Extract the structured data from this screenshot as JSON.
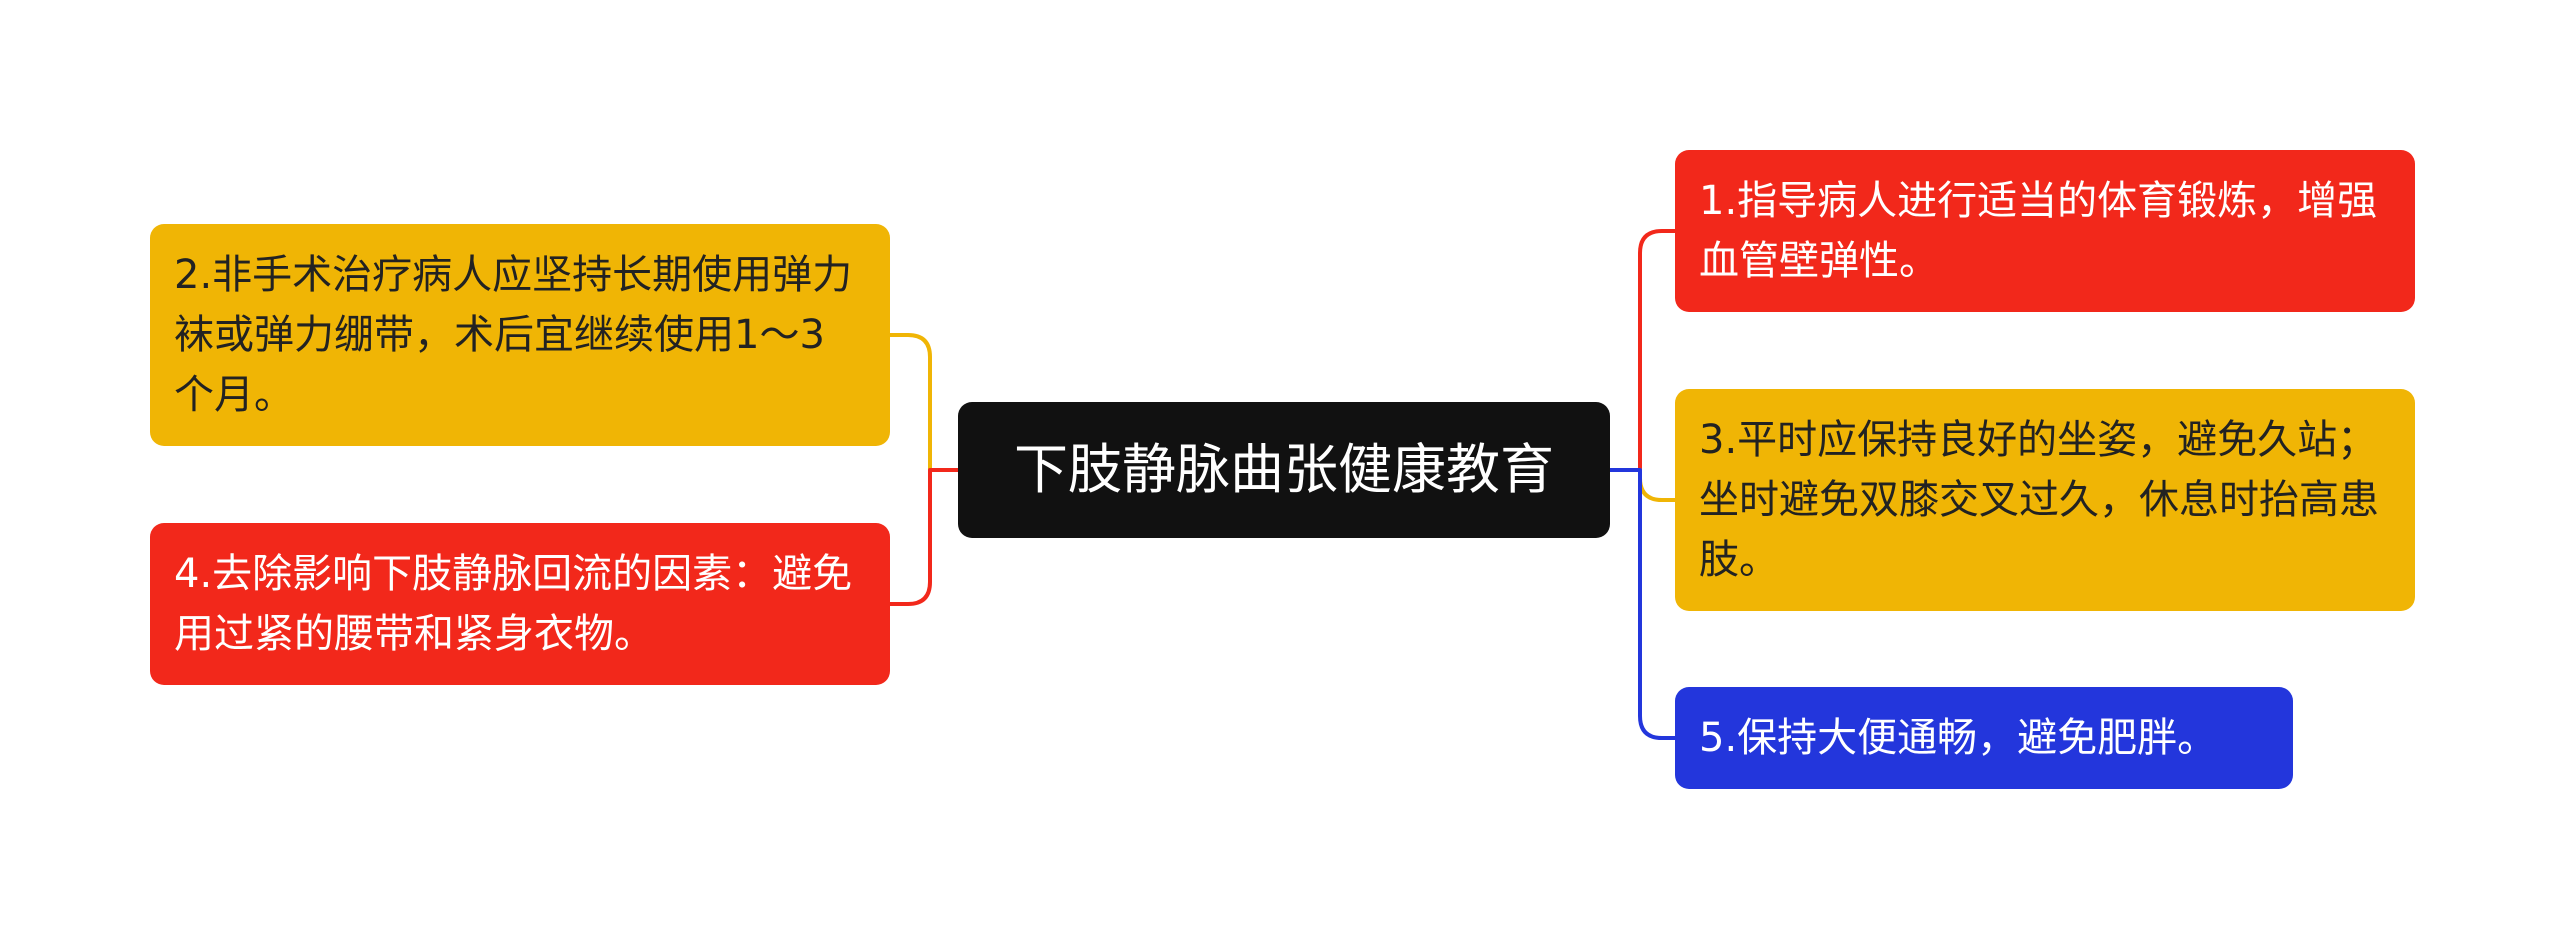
{
  "mindmap": {
    "root": {
      "label": "下肢静脉曲张健康教育"
    },
    "branches": [
      {
        "id": "n2",
        "label": "2.非手术治疗病人应坚持长期使用弹力袜或弹力绷带，术后宜继续使用1～3个月。",
        "color": "#f0b505"
      },
      {
        "id": "n4",
        "label": "4.去除影响下肢静脉回流的因素：避免用过紧的腰带和紧身衣物。",
        "color": "#f2281b"
      },
      {
        "id": "n1",
        "label": "1.指导病人进行适当的体育锻炼，增强血管壁弹性。",
        "color": "#f2281b"
      },
      {
        "id": "n3",
        "label": "3.平时应保持良好的坐姿，避免久站；坐时避免双膝交叉过久，休息时抬高患肢。",
        "color": "#f0b505"
      },
      {
        "id": "n5",
        "label": "5.保持大便通畅，避免肥胖。",
        "color": "#2336dc"
      }
    ]
  }
}
